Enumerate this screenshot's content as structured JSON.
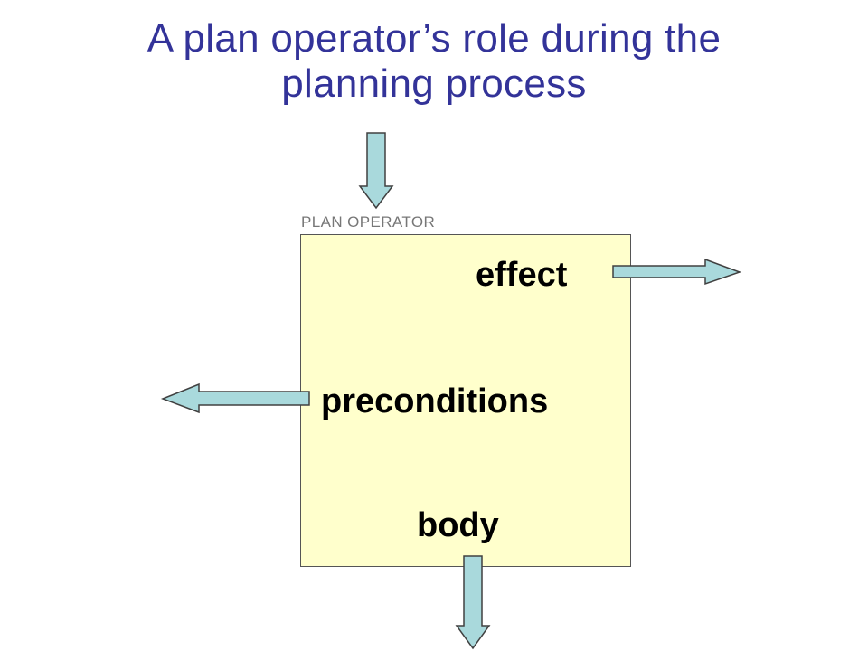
{
  "slide": {
    "title_line1": "A plan operator’s role during the",
    "title_line2": "planning process",
    "box_label": "PLAN OPERATOR",
    "parts": {
      "effect": "effect",
      "preconditions": "preconditions",
      "body": "body"
    }
  },
  "colors": {
    "title": "#333399",
    "box_fill": "#ffffcc",
    "arrow_fill": "#a9d9dc",
    "label": "#777777"
  },
  "icons": {
    "arrow_in_top": "down-arrow-icon",
    "arrow_out_effect": "right-arrow-icon",
    "arrow_out_preconditions": "left-arrow-icon",
    "arrow_out_body": "down-arrow-icon"
  }
}
